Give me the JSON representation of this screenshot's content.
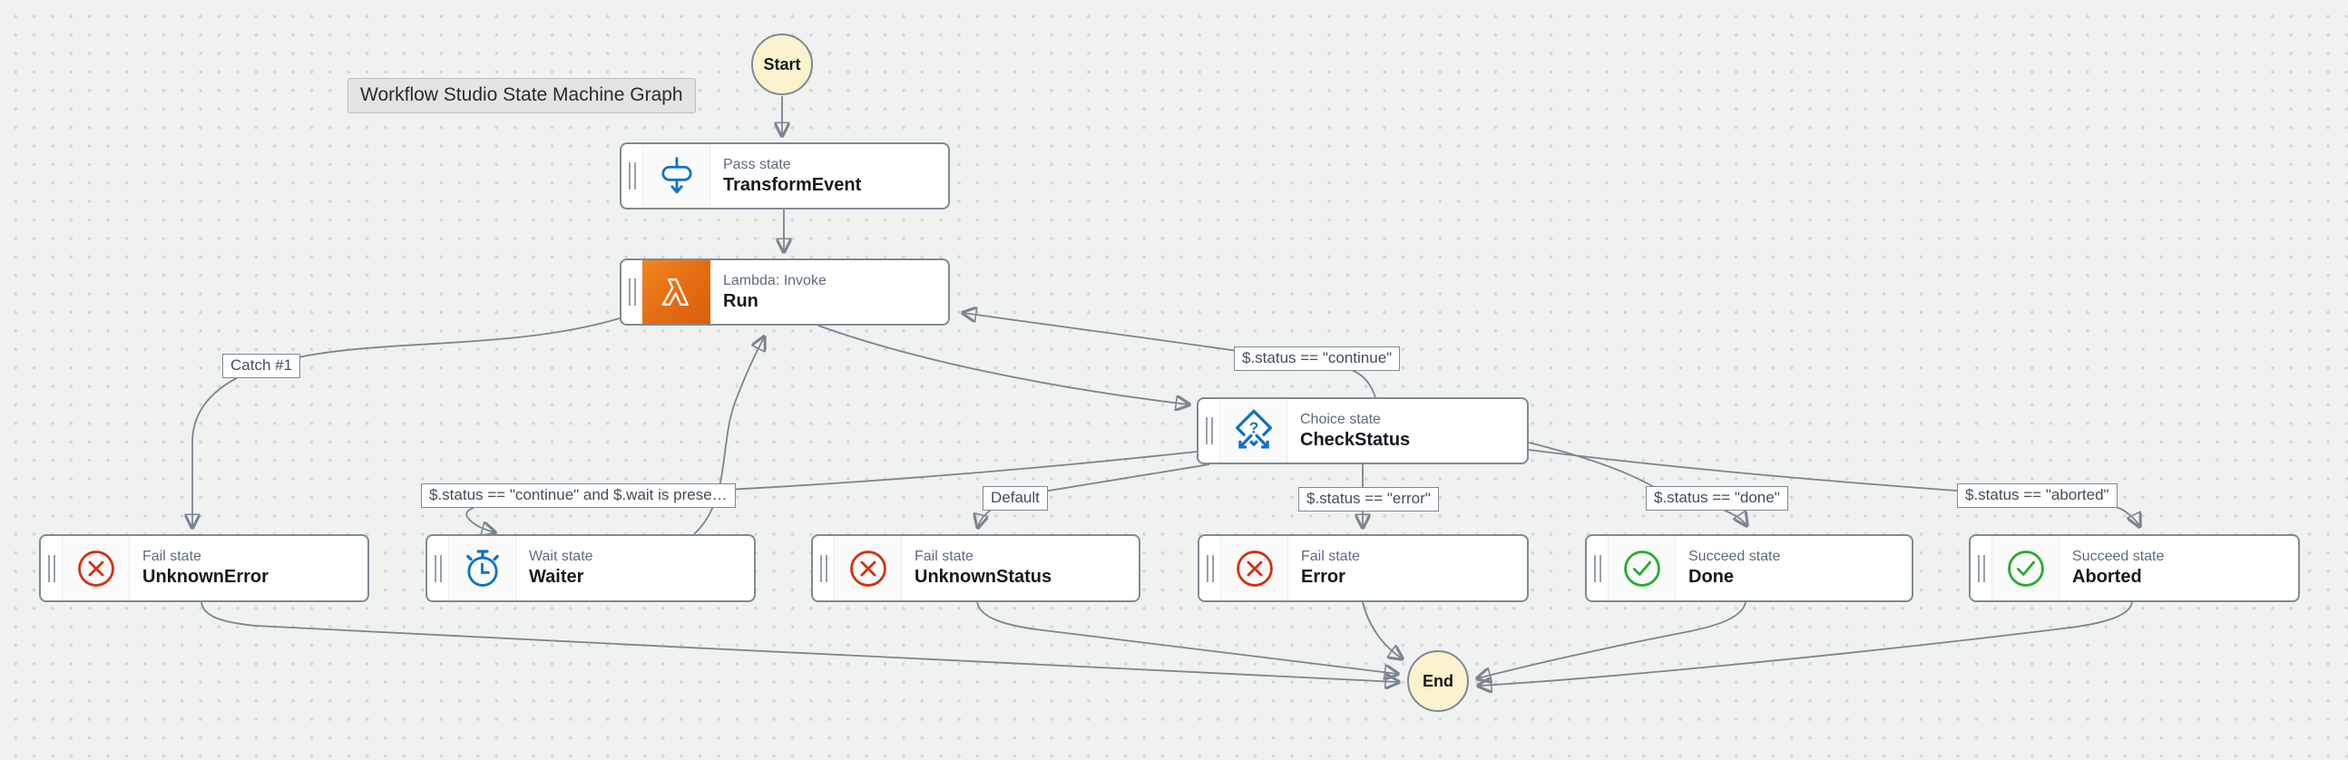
{
  "tooltip": "Workflow Studio State Machine Graph",
  "terminals": {
    "start": "Start",
    "end": "End"
  },
  "nodes": {
    "transform_event": {
      "type": "Pass state",
      "title": "TransformEvent"
    },
    "run": {
      "type": "Lambda: Invoke",
      "title": "Run"
    },
    "check_status": {
      "type": "Choice state",
      "title": "CheckStatus"
    },
    "unknown_error": {
      "type": "Fail state",
      "title": "UnknownError"
    },
    "waiter": {
      "type": "Wait state",
      "title": "Waiter"
    },
    "unknown_status": {
      "type": "Fail state",
      "title": "UnknownStatus"
    },
    "error": {
      "type": "Fail state",
      "title": "Error"
    },
    "done": {
      "type": "Succeed state",
      "title": "Done"
    },
    "aborted": {
      "type": "Succeed state",
      "title": "Aborted"
    }
  },
  "edge_labels": {
    "catch": "Catch #1",
    "continue": "$.status == \"continue\"",
    "continue_wait": "$.status == \"continue\" and $.wait is prese…",
    "default": "Default",
    "error": "$.status == \"error\"",
    "done": "$.status == \"done\"",
    "aborted": "$.status == \"aborted\""
  },
  "edges": [
    {
      "from": "Start",
      "to": "TransformEvent",
      "label": ""
    },
    {
      "from": "TransformEvent",
      "to": "Run",
      "label": ""
    },
    {
      "from": "Run",
      "to": "CheckStatus",
      "label": ""
    },
    {
      "from": "CheckStatus",
      "to": "Run",
      "label": "$.status == \"continue\""
    },
    {
      "from": "Run",
      "to": "UnknownError",
      "label": "Catch #1"
    },
    {
      "from": "CheckStatus",
      "to": "Waiter",
      "label": "$.status == \"continue\" and $.wait is prese…"
    },
    {
      "from": "Waiter",
      "to": "Run",
      "label": ""
    },
    {
      "from": "CheckStatus",
      "to": "UnknownStatus",
      "label": "Default"
    },
    {
      "from": "CheckStatus",
      "to": "Error",
      "label": "$.status == \"error\""
    },
    {
      "from": "CheckStatus",
      "to": "Done",
      "label": "$.status == \"done\""
    },
    {
      "from": "CheckStatus",
      "to": "Aborted",
      "label": "$.status == \"aborted\""
    },
    {
      "from": "UnknownError",
      "to": "End",
      "label": ""
    },
    {
      "from": "UnknownStatus",
      "to": "End",
      "label": ""
    },
    {
      "from": "Error",
      "to": "End",
      "label": ""
    },
    {
      "from": "Done",
      "to": "End",
      "label": ""
    },
    {
      "from": "Aborted",
      "to": "End",
      "label": ""
    }
  ],
  "colors": {
    "canvas_bg": "#f0f1f1",
    "grid_dot": "#d2d6d6",
    "node_border": "#7e8a94",
    "edge_line": "#7a8590",
    "terminal_fill": "#faf3ce",
    "type_text": "#5f6b7a",
    "title_text": "#16191f",
    "blue_icon": "#0d72c7",
    "red_icon": "#d13212",
    "green_icon": "#2bab2f",
    "lambda_orange_start": "#f0871f",
    "lambda_orange_end": "#d85e0c"
  },
  "icons": {
    "pass": "pass-state-icon",
    "lambda": "lambda-icon",
    "choice": "choice-state-icon",
    "fail": "fail-state-icon",
    "wait": "wait-state-icon",
    "succeed": "succeed-state-icon",
    "grip": "drag-handle-icon"
  }
}
